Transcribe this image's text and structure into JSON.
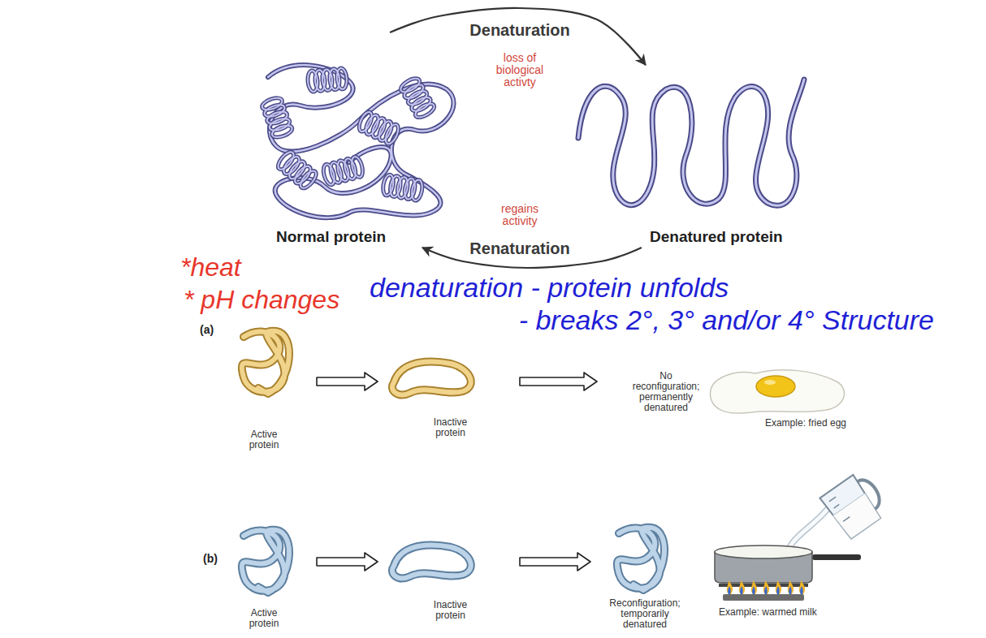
{
  "diagram": {
    "nodes": [
      {
        "text": [
          "Normal protein"
        ]
      },
      {
        "text": [
          "Denatured protein"
        ]
      },
      {
        "text": [
          "Active protein"
        ]
      },
      {
        "text": [
          "Inactive protein"
        ]
      },
      {
        "text": [
          "No reconfiguration; permanently denatured"
        ]
      },
      {
        "text": [
          "Example: fried egg"
        ]
      },
      {
        "text": [
          "Active protein"
        ]
      },
      {
        "text": [
          "Inactive protein"
        ]
      },
      {
        "text": [
          "Reconfiguration; temporarily denatured"
        ]
      },
      {
        "text": [
          "Example: warmed milk"
        ]
      }
    ],
    "edges": [
      {
        "from": 0,
        "to": 1,
        "arrow": "to",
        "label": "Denaturation"
      },
      {
        "from": 1,
        "to": 0,
        "arrow": "to",
        "label": "Renaturation"
      },
      {
        "from": 2,
        "to": 3,
        "arrow": "to"
      },
      {
        "from": 3,
        "to": 4,
        "arrow": "to"
      },
      {
        "from": 6,
        "to": 7,
        "arrow": "to"
      },
      {
        "from": 7,
        "to": 8,
        "arrow": "to"
      }
    ],
    "labels": [
      "loss of biological activty",
      "regains activity",
      "*heat",
      "* pH changes",
      "denaturation - protein unfolds",
      "- breaks 2°, 3° and/or 4° Structure",
      "(a)",
      "(b)"
    ]
  }
}
